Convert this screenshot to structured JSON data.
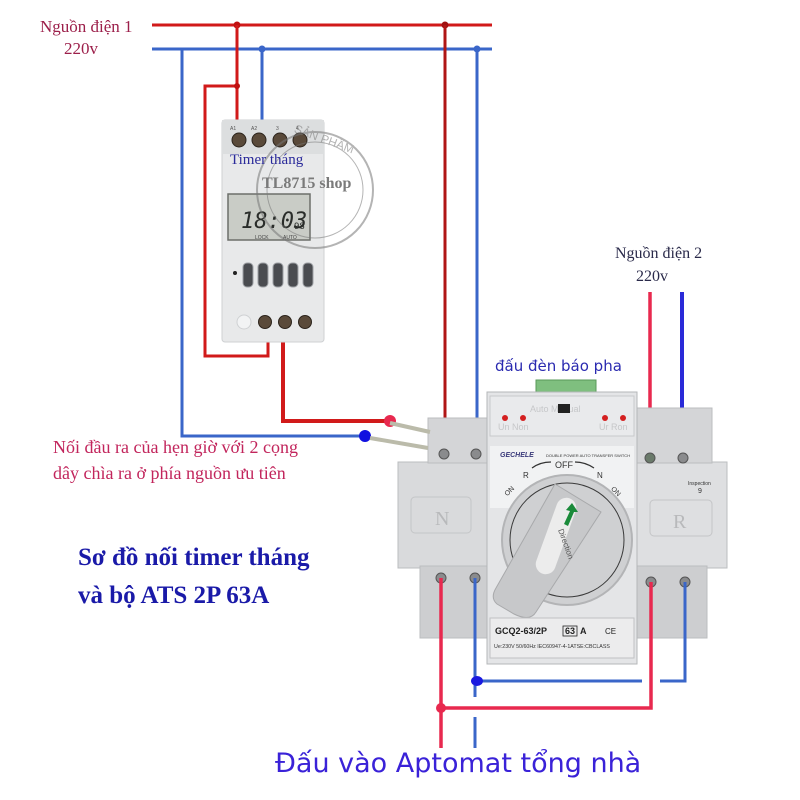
{
  "title": {
    "line1": "Sơ đồ nối timer tháng",
    "line2": "và bộ ATS 2P 63A"
  },
  "sources": {
    "source1": {
      "label": "Nguồn điện 1",
      "voltage": "220v"
    },
    "source2": {
      "label": "Nguồn điện 2",
      "voltage": "220v"
    }
  },
  "annotations": {
    "timer_output_note_line1": "Nối đầu ra của hẹn giờ với 2 cọng",
    "timer_output_note_line2": "dây  chìa ra ở phía nguồn ưu tiên",
    "phase_lamp": "đấu đèn báo pha",
    "output": "Đấu vào Aptomat tổng nhà"
  },
  "timer": {
    "label": "Timer tháng",
    "watermark": "TL8715 shop",
    "stamp_text": "SẢN PHẨM",
    "terminals": [
      "A1",
      "A2",
      "3",
      "4"
    ],
    "lcd_time": "18:03",
    "lcd_sub": "98",
    "lcd_lock": "LOCK",
    "lcd_auto": "AUTO"
  },
  "ats": {
    "brand": "GECHELE",
    "subtitle": "DOUBLE POWER AUTO TRANSFER SWITCH",
    "mode_label": "Auto    Manual",
    "led_left": "Un  Non",
    "led_right": "Ur  Ron",
    "knob_positions": {
      "off": "OFF",
      "r": "R",
      "n": "N",
      "on_left": "ON",
      "on_right": "ON"
    },
    "handle_text": "Direction",
    "side_left": "N",
    "side_right": "R",
    "inspection": "Inspection",
    "inspection_no": "9",
    "model": "GCQ2-63/2P",
    "rating": "63",
    "rating_unit": "A",
    "ce": "CE",
    "spec": "Ue:230V 50/60Hz IEC60947-4-1ATSE:CBCLASS"
  },
  "colors": {
    "live1": "#d11a1a",
    "neutral1": "#3a66c9",
    "live2": "#e8294f",
    "neutral2": "#2a2ad8",
    "title_blue": "#1a1aa8",
    "note_pink": "#c2255c"
  }
}
